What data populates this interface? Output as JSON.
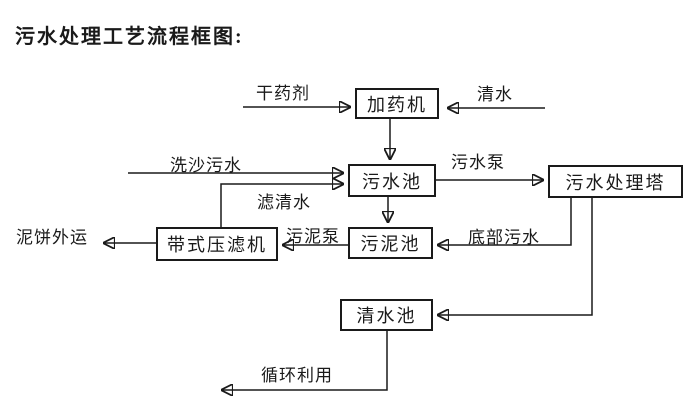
{
  "title": "污水处理工艺流程框图:",
  "diagram": {
    "type": "flowchart",
    "colors": {
      "line": "#1a1a1a",
      "background": "#ffffff"
    },
    "nodes": {
      "dosing_machine": "加药机",
      "sewage_pool": "污水池",
      "treatment_tower": "污水处理塔",
      "sludge_pool": "污泥池",
      "belt_filter_press": "带式压滤机",
      "clean_water_pool": "清水池"
    },
    "labels": {
      "dry_agent": "干药剂",
      "clean_water": "清水",
      "sand_washing_sewage": "洗沙污水",
      "sewage_pump": "污水泵",
      "filtered_water": "滤清水",
      "sludge_pump": "污泥泵",
      "bottom_sewage": "底部污水",
      "mud_cake_out": "泥饼外运",
      "recycle_reuse": "循环利用"
    },
    "flows": [
      {
        "from": "干药剂",
        "to": "加药机"
      },
      {
        "from": "清水",
        "to": "加药机"
      },
      {
        "from": "加药机",
        "to": "污水池"
      },
      {
        "from": "洗沙污水",
        "to": "污水池"
      },
      {
        "from": "带式压滤机",
        "to": "污水池",
        "label": "滤清水"
      },
      {
        "from": "污水池",
        "to": "污水处理塔",
        "label": "污水泵"
      },
      {
        "from": "污水池",
        "to": "污泥池"
      },
      {
        "from": "污水处理塔",
        "to": "污泥池",
        "label": "底部污水"
      },
      {
        "from": "污泥池",
        "to": "带式压滤机",
        "label": "污泥泵"
      },
      {
        "from": "带式压滤机",
        "to": "泥饼外运"
      },
      {
        "from": "污水处理塔",
        "to": "清水池"
      },
      {
        "from": "清水池",
        "to": "循环利用"
      }
    ]
  }
}
